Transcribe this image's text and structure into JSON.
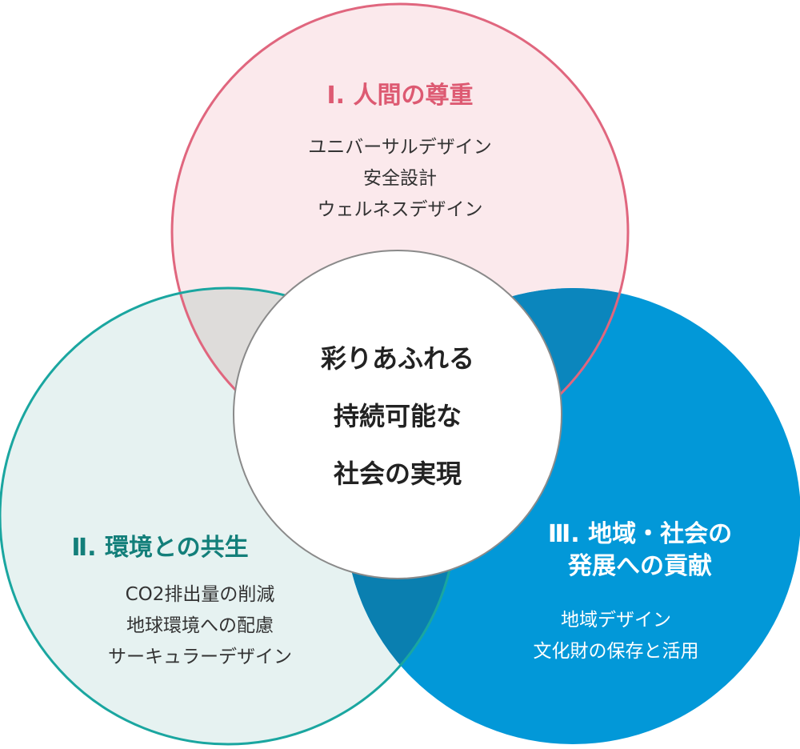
{
  "colors": {
    "top_stroke": "#e0667e",
    "top_fill": "#fbe9ec",
    "left_stroke": "#1aa6a0",
    "left_fill": "#e6f2f1",
    "right_fill": "#0298d8",
    "overlap_top_left": "#dedcda",
    "overlap_top_right": "#0b86bd",
    "overlap_left_right": "#0a7fb0",
    "center_fill": "#ffffff",
    "center_stroke": "#8a8a8a",
    "title_top": "#dd5a72",
    "title_left": "#137f7a",
    "title_right": "#ffffff",
    "item_dark": "#333333",
    "item_light": "#ffffff"
  },
  "circles": {
    "top": {
      "title": "Ⅰ. 人間の尊重",
      "items": [
        "ユニバーサルデザイン",
        "安全設計",
        "ウェルネスデザイン"
      ]
    },
    "left": {
      "title": "Ⅱ. 環境との共生",
      "items": [
        "CO2排出量の削減",
        "地球環境への配慮",
        "サーキュラーデザイン"
      ]
    },
    "right": {
      "title_lines": [
        "Ⅲ. 地域・社会の",
        "発展への貢献"
      ],
      "items": [
        "地域デザイン",
        "文化財の保存と活用"
      ]
    },
    "center": {
      "lines": [
        "彩りあふれる",
        "持続可能な",
        "社会の実現"
      ]
    }
  }
}
